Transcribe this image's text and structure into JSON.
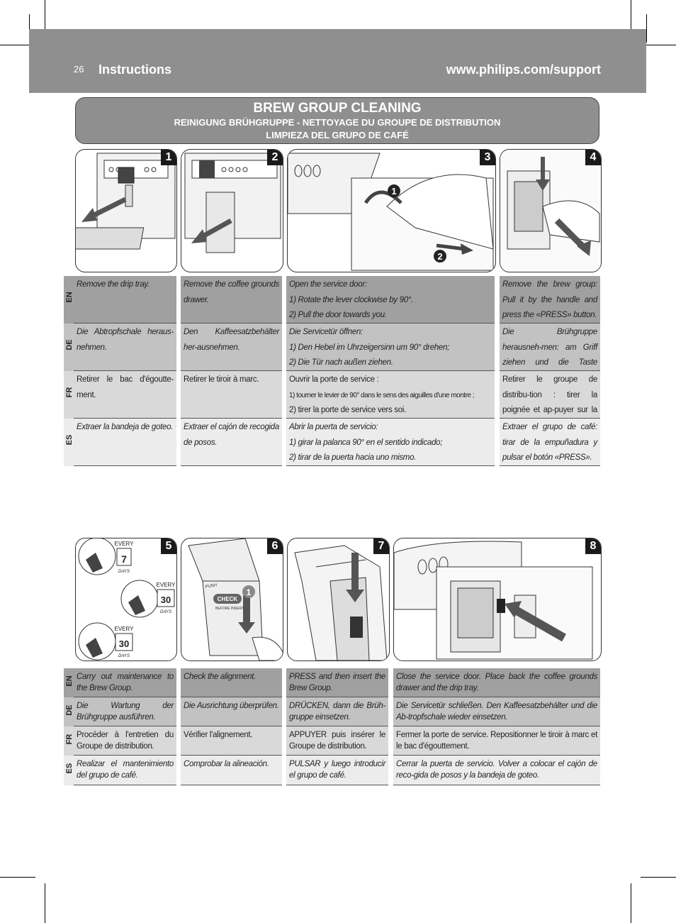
{
  "header": {
    "page_number": "26",
    "title": "Instructions",
    "url": "www.philips.com/support"
  },
  "banner": {
    "title": "BREW GROUP CLEANING",
    "subtitle_1": "REINIGUNG BRÜHGRUPPE - NETTOYAGE DU GROUPE DE DISTRIBUTION",
    "subtitle_2": "LIMPIEZA DEL GRUPO DE CAFÉ"
  },
  "languages": [
    "EN",
    "DE",
    "FR",
    "ES"
  ],
  "steps_top": [
    {
      "number": "1"
    },
    {
      "number": "2"
    },
    {
      "number": "3",
      "callouts": [
        "1",
        "2"
      ]
    },
    {
      "number": "4"
    }
  ],
  "steps_bottom": [
    {
      "number": "5",
      "labels": {
        "every": "EVERY",
        "days": "DAYS",
        "n1": "7",
        "n2": "30",
        "n3": "30"
      }
    },
    {
      "number": "6",
      "labels": {
        "push": "PUSH",
        "check": "CHECK",
        "before": "BEFORE INSERTING",
        "callout": "1"
      }
    },
    {
      "number": "7"
    },
    {
      "number": "8"
    }
  ],
  "table_top": {
    "en": [
      "Remove the drip tray.",
      "Remove the coffee grounds drawer.",
      [
        "Open the service door:",
        "1) Rotate the lever clockwise by 90°.",
        "2) Pull the door towards you."
      ],
      "Remove the brew group: Pull it by the handle and press the «PRESS» button."
    ],
    "de": [
      "Die Abtropfschale heraus-nehmen.",
      "Den Kaffeesatzbehälter her-ausnehmen.",
      [
        "Die Servicetür öffnen:",
        "1) Den Hebel im Uhrzeigersinn um 90° drehen;",
        "2) Die Tür nach außen ziehen."
      ],
      "Die Brühgruppe herausneh-men: am Griff ziehen und die Taste «PRESS» drücken."
    ],
    "fr": [
      "Retirer le bac d'égoutte-ment.",
      "Retirer le tiroir à marc.",
      [
        "Ouvrir la porte de service :",
        "1) tourner le levier de 90° dans le sens des aiguilles d'une montre ;",
        "2) tirer la porte de service vers soi."
      ],
      "Retirer le groupe de distribu-tion : tirer la poignée et ap-puyer sur la touche « PRESS »."
    ],
    "es": [
      "Extraer la bandeja de goteo.",
      "Extraer el cajón de recogida de posos.",
      [
        "Abrir la puerta de servicio:",
        "1) girar la palanca 90° en el sentido indicado;",
        "2) tirar de la puerta hacia uno mismo."
      ],
      "Extraer el grupo de café: tirar de la empuñadura y pulsar el botón «PRESS»."
    ]
  },
  "table_bottom": {
    "en": [
      "Carry out maintenance to the Brew Group.",
      "Check the alignment.",
      "PRESS and then insert the Brew Group.",
      "Close the service door. Place back the coffee grounds drawer and the drip tray."
    ],
    "de": [
      "Die Wartung der Brühgruppe ausführen.",
      "Die Ausrichtung überprüfen.",
      "DRÜCKEN, dann die Brüh-gruppe einsetzen.",
      "Die Servicetür schließen. Den Kaffeesatzbehälter und die Ab-tropfschale wieder einsetzen."
    ],
    "fr": [
      "Procéder à l'entretien du Groupe de distribution.",
      "Vérifier l'alignement.",
      "APPUYER puis insérer le Groupe de distribution.",
      "Fermer la porte de service. Repositionner le tiroir à marc et le bac d'égouttement."
    ],
    "es": [
      "Realizar el mantenimiento del grupo de café.",
      "Comprobar la alineación.",
      "PULSAR y luego introducir el grupo de café.",
      "Cerrar la puerta de servicio. Volver a colocar el cajón de reco-gida de posos y la bandeja de goteo."
    ]
  }
}
